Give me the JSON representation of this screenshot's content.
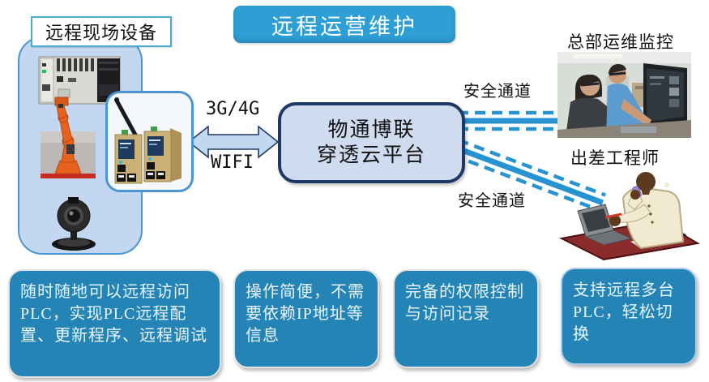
{
  "header": {
    "title": "远程运营维护"
  },
  "left_panel": {
    "label": "远程现场设备",
    "devices": [
      "plc-controller",
      "robot-arm",
      "webcam"
    ],
    "gateway": "industrial-wireless-router"
  },
  "link": {
    "top_label": "3G/4G",
    "bottom_label": "WIFI"
  },
  "cloud_box": {
    "line1": "物通博联",
    "line2": "穿透云平台"
  },
  "right": {
    "hq_label": "总部运维监控",
    "channel_top_label": "安全通道",
    "channel_bottom_label": "安全通道",
    "engineer_label": "出差工程师",
    "images": [
      "hq-monitoring-photo",
      "traveling-engineer-clipart"
    ]
  },
  "benefits": [
    {
      "text": "随时随地可以远程访问PLC，实现PLC远程配置、更新程序、远程调试"
    },
    {
      "text": "操作简便，不需要依赖IP地址等信息"
    },
    {
      "text": "完备的权限控制与访问记录"
    },
    {
      "text": "支持远程多台PLC，轻松切换"
    }
  ],
  "colors": {
    "header_blue": "#2D9FD5",
    "benefit_blue": "#2484B5",
    "panel_fill": "#C3D8F0",
    "panel_border": "#4B96D2",
    "cloud_fill": "#CFDCF0",
    "cloud_border": "#1F3864",
    "tunnel_blue": "#2794D1",
    "label_border": "#49ACCB"
  }
}
